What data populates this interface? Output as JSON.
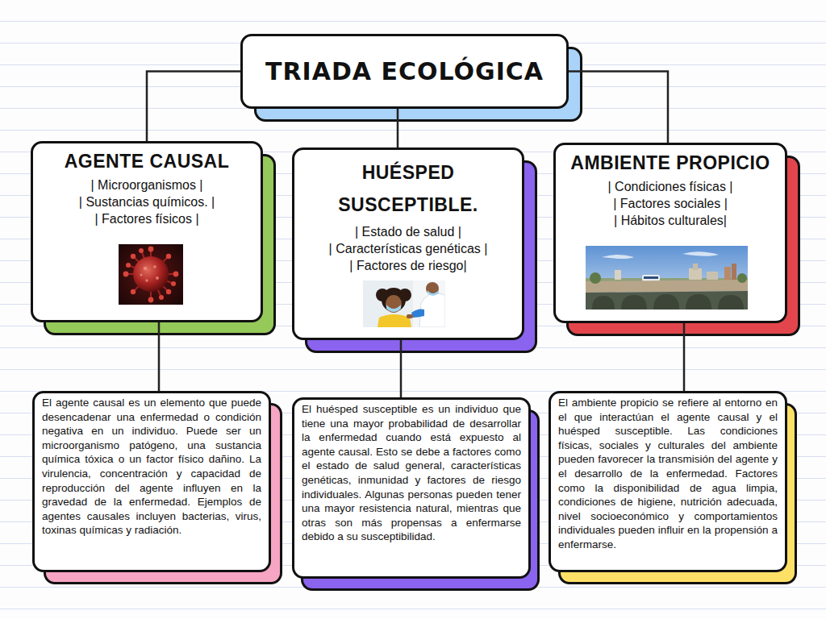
{
  "diagram": {
    "nodes": [
      {
        "text": [
          "TRIADA ECOLÓGICA"
        ]
      },
      {
        "text": [
          "AGENTE CAUSAL",
          "| Microorganismos |",
          "| Sustancias químicos. |",
          "| Factores físicos |"
        ]
      },
      {
        "text": [
          "HUÉSPED SUSCEPTIBLE.",
          "| Estado de salud |",
          "| Características genéticas |",
          "| Factores de riesgo|"
        ]
      },
      {
        "text": [
          "AMBIENTE PROPICIO",
          "| Condiciones físicas |",
          "| Factores sociales |",
          "| Hábitos culturales|"
        ]
      },
      {
        "text": [
          "El agente causal es un elemento que puede desencadenar una enfermedad o condición negativa en un individuo. Puede ser un microorganismo patógeno, una sustancia química tóxica o un factor físico dañino. La virulencia, concentración y capacidad de reproducción del agente influyen en la gravedad de la enfermedad. Ejemplos de agentes causales incluyen bacterias, virus, toxinas químicas y radiación."
        ]
      },
      {
        "text": [
          "El huésped susceptible es un individuo que tiene una mayor probabilidad de desarrollar la enfermedad cuando está expuesto al agente causal. Esto se debe a factores como el estado de salud general, características genéticas, inmunidad y factores de riesgo individuales. Algunas personas pueden tener una mayor resistencia natural, mientras que otras son más propensas a enfermarse debido a su susceptibilidad."
        ]
      },
      {
        "text": [
          "El ambiente propicio se refiere al entorno en el que interactúan el agente causal y el huésped susceptible. Las condiciones físicas, sociales y culturales del ambiente pueden favorecer la transmisión del agente y el desarrollo de la enfermedad. Factores como la disponibilidad de agua limpia, condiciones de higiene, nutrición adecuada, nivel socioeconómico y comportamientos individuales pueden influir en la propensión a enfermarse."
        ]
      }
    ],
    "edges": [
      {
        "from": 0,
        "to": 1,
        "arrow": "none"
      },
      {
        "from": 0,
        "to": 2,
        "arrow": "none"
      },
      {
        "from": 0,
        "to": 3,
        "arrow": "none"
      },
      {
        "from": 1,
        "to": 4,
        "arrow": "none"
      },
      {
        "from": 2,
        "to": 5,
        "arrow": "none"
      },
      {
        "from": 3,
        "to": 6,
        "arrow": "none"
      }
    ]
  }
}
